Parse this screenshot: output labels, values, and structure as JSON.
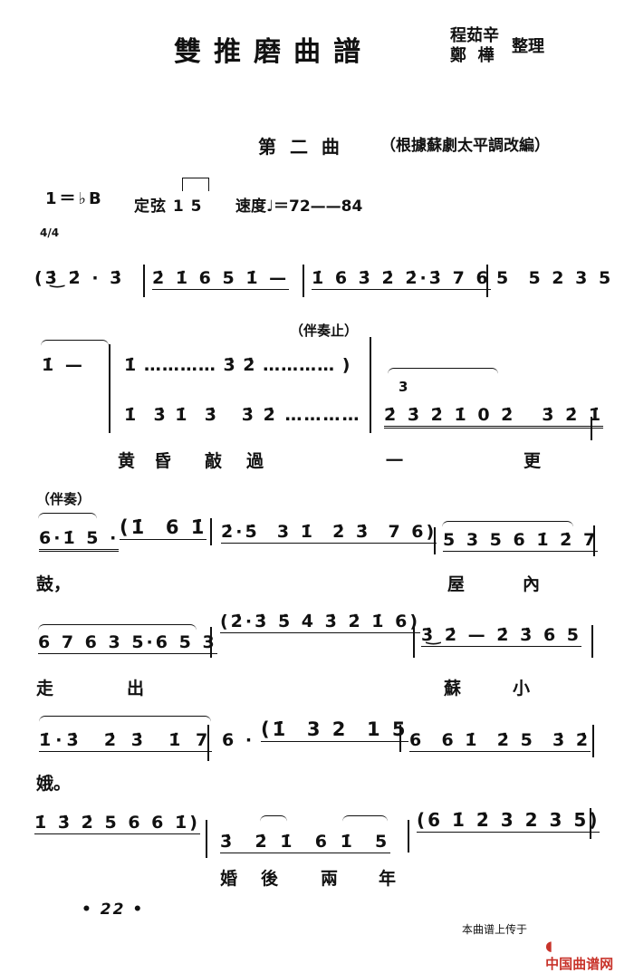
{
  "title": "雙推磨曲譜",
  "arrangers": {
    "line1": "程茹辛",
    "line2": "鄭  樺",
    "role": "整理"
  },
  "section": {
    "name": "第 二 曲",
    "note": "（根據蘇劇太平調改編）"
  },
  "key": "1＝♭B",
  "tuning": "定弦 1 5",
  "tempo": "速度♩＝72——84",
  "time_signature": "4/4",
  "lines": [
    {
      "measures": [
        "(3̇͜ 2̇ · 3̇",
        "2̇ 1̇ 6 5 1̇ —",
        "1̇ 6 3̇ 2̇ 2̇·3̇ 7 6",
        "5  5 2 3 5"
      ]
    },
    {
      "annotation": "（伴奏止）",
      "measures": [
        "1̇ —",
        "1̇ ………… 3̇ 2̇ ………… )",
        "1̇  3̇ 1̇  3̇   3̇ 2̇ …………",
        "2̇ 3̇ 2̇ 1̇ 0 2̇   3̇ 2̇ 1̇"
      ],
      "triplet": "3",
      "lyrics": [
        "黄",
        "昏",
        "敲",
        "過",
        "一",
        "更"
      ]
    },
    {
      "annotation": "（伴奏）",
      "measures": [
        "6·1̇ 5 ·",
        "(1̇  6 1̇",
        "2̇·5̇  3 1̇  2̇ 3̇  7 6)",
        "5 3 5 6 1̇ 2̇ 7"
      ],
      "lyrics": [
        "鼓，",
        "屋",
        "內"
      ]
    },
    {
      "measures": [
        "6 7 6 3 5·6 5 3",
        "(2̇·3̇ 5̇ 4̇ 3̇ 2̇ 1̇ 6)",
        "3̇͜ 2̇ — 2̇ 3̇ 6 5"
      ],
      "lyrics": [
        "走",
        "出",
        "蘇",
        "小"
      ]
    },
    {
      "measures": [
        "1̇·3̇  2̇ 3̇  1̇ 7",
        "6 ·",
        "(1̇  3 2  1 5",
        "6  6 1̇  2̇ 5  3̇ 2̇"
      ],
      "lyrics": [
        "娥。"
      ]
    },
    {
      "measures": [
        "1̇ 3̇ 2̇ 5 6 6 1̇)",
        "3̇  2̇ 1̇  6 1̇  5",
        "(6 1̇ 2̇ 3 2 3 5)"
      ],
      "lyrics": [
        "婚",
        "後",
        "兩",
        "年"
      ]
    }
  ],
  "page_number": "• 22 •",
  "watermark": {
    "text": "本曲谱上传于",
    "logo": "中国曲谱网",
    "logo_color": "#c8332a"
  }
}
